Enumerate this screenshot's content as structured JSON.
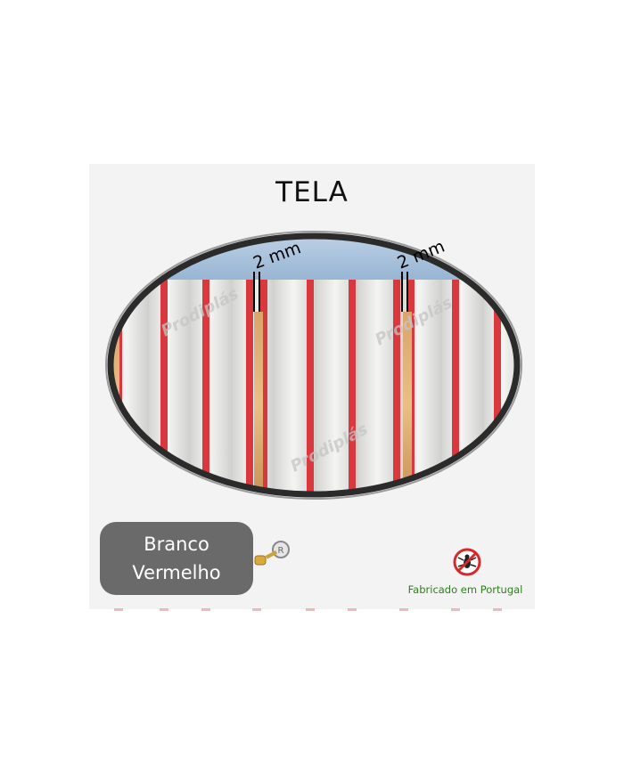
{
  "title": "TELA",
  "measurements": [
    {
      "label": "2 mm"
    },
    {
      "label": "2 mm"
    }
  ],
  "watermark": "Prodiplás",
  "color_box": {
    "line1": "Branco",
    "line2": "Vermelho"
  },
  "made_in": "Fabricado em Portugal",
  "colors": {
    "stripe_red": "#d9393e",
    "strip_white": "#e8e8e6",
    "top_band_blue": "#a9c2dc",
    "frame_dark": "#2b2b2b",
    "box_grey": "#6a6a6a",
    "made_in_green": "#2e7d1e"
  },
  "icons": {
    "no_insect": "no-insect-icon",
    "key": "key-icon"
  }
}
